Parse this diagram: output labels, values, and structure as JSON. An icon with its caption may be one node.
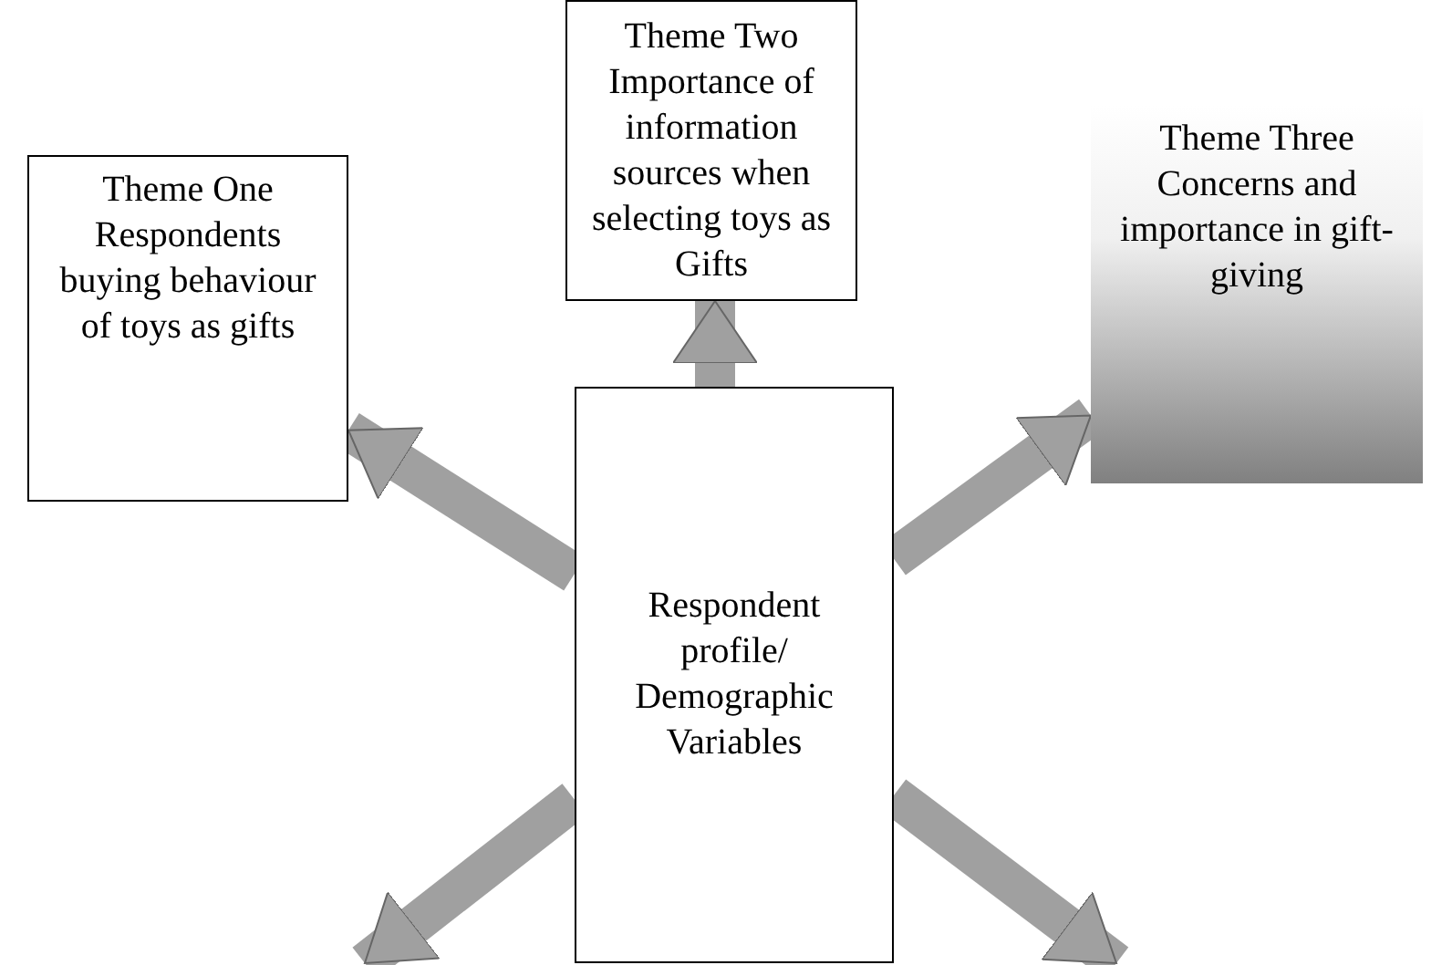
{
  "diagram": {
    "nodes": [
      {
        "text": [
          "Theme One Respondents buying behaviour of toys as gifts"
        ]
      },
      {
        "text": [
          "Theme Two Importance of information sources when selecting toys as Gifts"
        ]
      },
      {
        "text": [
          "Theme Three Concerns and importance in gift-giving"
        ]
      },
      {
        "text": [
          "Respondent profile/ Demographic Variables"
        ]
      }
    ],
    "edges": [
      {
        "from": 3,
        "to": 0,
        "arrow": "to"
      },
      {
        "from": 3,
        "to": 1,
        "arrow": "to"
      },
      {
        "from": 3,
        "to": 2,
        "arrow": "to"
      },
      {
        "from": 3,
        "to": null,
        "arrow": "to"
      },
      {
        "from": 3,
        "to": null,
        "arrow": "to"
      }
    ]
  }
}
